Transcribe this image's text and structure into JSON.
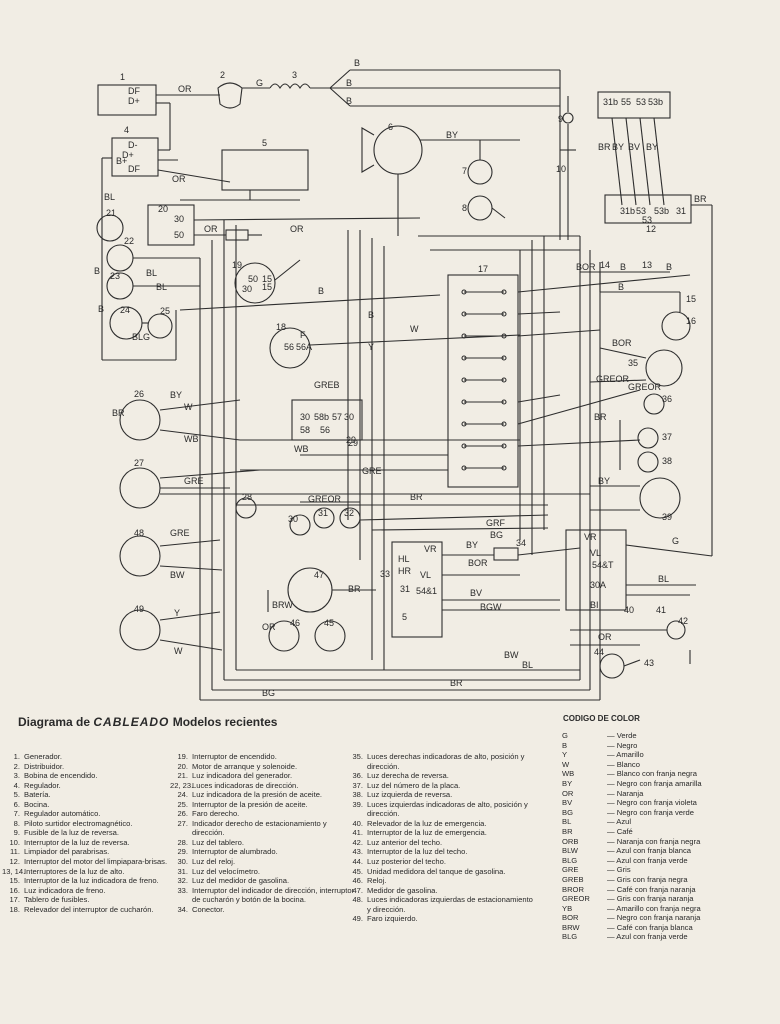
{
  "title": {
    "prefix": "Diagrama de",
    "handwritten": "CABLEADO",
    "suffix": "Modelos recientes"
  },
  "wire_labels": [
    "OR",
    "G",
    "B",
    "B",
    "B",
    "BY",
    "BL",
    "OR",
    "OR",
    "OR",
    "BL",
    "BL",
    "B",
    "B",
    "BLG",
    "B",
    "B",
    "W",
    "Y",
    "BOR",
    "B",
    "B",
    "B",
    "BOR",
    "GREOR",
    "GREOR",
    "GREB",
    "WB",
    "W",
    "BR",
    "BR",
    "BY",
    "BY",
    "WB",
    "GRE",
    "GRE",
    "GREOR",
    "GRE",
    "GRF",
    "BG",
    "BY",
    "BOR",
    "BW",
    "VR",
    "HL",
    "HR",
    "VL",
    "31",
    "5",
    "54&1",
    "BV",
    "BGW",
    "VR",
    "VL",
    "54&T",
    "30A",
    "BI",
    "BL",
    "BW",
    "BL",
    "BR",
    "BG",
    "BRW",
    "BR",
    "OR",
    "OR",
    "G",
    "Y",
    "W",
    "BR",
    "BR",
    "BY",
    "BV",
    "BY",
    "BR"
  ],
  "component_numbers": [
    "1",
    "2",
    "3",
    "4",
    "5",
    "6",
    "7",
    "8",
    "9",
    "10",
    "12",
    "13",
    "14",
    "15",
    "16",
    "17",
    "18",
    "19",
    "20",
    "21",
    "22",
    "23",
    "24",
    "25",
    "26",
    "27",
    "28",
    "29",
    "30",
    "31",
    "32",
    "33",
    "34",
    "35",
    "36",
    "37",
    "38",
    "39",
    "40",
    "41",
    "42",
    "43",
    "44",
    "45",
    "46",
    "47",
    "48",
    "49"
  ],
  "terminal_labels": [
    "DF",
    "D+",
    "D-",
    "D+",
    "B+",
    "DF",
    "30",
    "50",
    "15",
    "30",
    "50",
    "15",
    "56",
    "56A",
    "F",
    "30",
    "58b",
    "57",
    "30",
    "58",
    "56",
    "29",
    "31b",
    "55",
    "53",
    "53b",
    "31b",
    "53",
    "53b",
    "31",
    "53"
  ],
  "legend_col1": [
    {
      "n": "1.",
      "t": "Generador."
    },
    {
      "n": "2.",
      "t": "Distribuidor."
    },
    {
      "n": "3.",
      "t": "Bobina de encendido."
    },
    {
      "n": "4.",
      "t": "Regulador."
    },
    {
      "n": "5.",
      "t": "Batería."
    },
    {
      "n": "6.",
      "t": "Bocina."
    },
    {
      "n": "7.",
      "t": "Regulador automático."
    },
    {
      "n": "8.",
      "t": "Piloto surtidor electromagnético."
    },
    {
      "n": "9.",
      "t": "Fusible de la luz de reversa."
    },
    {
      "n": "10.",
      "t": "Interruptor de la luz de reversa."
    },
    {
      "n": "11.",
      "t": "Limpiador del parabrisas."
    },
    {
      "n": "12.",
      "t": "Interruptor del motor del limpiapara-brisas."
    },
    {
      "n": "13, 14.",
      "t": "Interruptores de la luz de alto."
    },
    {
      "n": "15.",
      "t": "Interruptor de la luz indicadora de freno."
    },
    {
      "n": "16.",
      "t": "Luz indicadora de freno."
    },
    {
      "n": "17.",
      "t": "Tablero de fusibles."
    },
    {
      "n": "18.",
      "t": "Relevador del interruptor de cucharón."
    }
  ],
  "legend_col2": [
    {
      "n": "19.",
      "t": "Interruptor de encendido."
    },
    {
      "n": "20.",
      "t": "Motor de arranque y solenoide."
    },
    {
      "n": "21.",
      "t": "Luz indicadora del generador."
    },
    {
      "n": "22, 23.",
      "t": "Luces indicadoras de dirección."
    },
    {
      "n": "24.",
      "t": "Luz indicadora de la presión de aceite."
    },
    {
      "n": "25.",
      "t": "Interruptor de la presión de aceite."
    },
    {
      "n": "26.",
      "t": "Faro derecho."
    },
    {
      "n": "27.",
      "t": "Indicador derecho de estacionamiento y dirección."
    },
    {
      "n": "28.",
      "t": "Luz del tablero."
    },
    {
      "n": "29.",
      "t": "Interruptor de alumbrado."
    },
    {
      "n": "30.",
      "t": "Luz del reloj."
    },
    {
      "n": "31.",
      "t": "Luz del velocímetro."
    },
    {
      "n": "32.",
      "t": "Luz del medidor de gasolina."
    },
    {
      "n": "33.",
      "t": "Interruptor del indicador de dirección, interruptor de cucharón y botón de la bocina."
    },
    {
      "n": "34.",
      "t": "Conector."
    }
  ],
  "legend_col3": [
    {
      "n": "35.",
      "t": "Luces derechas indicadoras de alto, posición y dirección."
    },
    {
      "n": "36.",
      "t": "Luz derecha de reversa."
    },
    {
      "n": "37.",
      "t": "Luz del número de la placa."
    },
    {
      "n": "38.",
      "t": "Luz izquierda de reversa."
    },
    {
      "n": "39.",
      "t": "Luces izquierdas indicadoras de alto, posición y dirección."
    },
    {
      "n": "40.",
      "t": "Relevador de la luz de emergencia."
    },
    {
      "n": "41.",
      "t": "Interruptor de la luz de emergencia."
    },
    {
      "n": "42.",
      "t": "Luz anterior del techo."
    },
    {
      "n": "43.",
      "t": "Interruptor de la luz del techo."
    },
    {
      "n": "44.",
      "t": "Luz posterior del techo."
    },
    {
      "n": "45.",
      "t": "Unidad medidora del tanque de gasolina."
    },
    {
      "n": "46.",
      "t": "Reloj."
    },
    {
      "n": "47.",
      "t": "Medidor de gasolina."
    },
    {
      "n": "48.",
      "t": "Luces indicadoras izquierdas de estacionamiento y dirección."
    },
    {
      "n": "49.",
      "t": "Faro izquierdo."
    }
  ],
  "color_code_title": "CODIGO DE COLOR",
  "color_codes": [
    {
      "c": "G",
      "d": "— Verde"
    },
    {
      "c": "B",
      "d": "— Negro"
    },
    {
      "c": "Y",
      "d": "— Amarillo"
    },
    {
      "c": "W",
      "d": "— Blanco"
    },
    {
      "c": "WB",
      "d": "— Blanco con franja negra"
    },
    {
      "c": "BY",
      "d": "— Negro con franja amarilla"
    },
    {
      "c": "OR",
      "d": "— Naranja"
    },
    {
      "c": "BV",
      "d": "— Negro con franja violeta"
    },
    {
      "c": "BG",
      "d": "— Negro con franja verde"
    },
    {
      "c": "BL",
      "d": "— Azul"
    },
    {
      "c": "BR",
      "d": "— Café"
    },
    {
      "c": "ORB",
      "d": "— Naranja con franja negra"
    },
    {
      "c": "BLW",
      "d": "— Azul con franja blanca"
    },
    {
      "c": "BLG",
      "d": "— Azul con franja verde"
    },
    {
      "c": "GRE",
      "d": "— Gris"
    },
    {
      "c": "GREB",
      "d": "— Gris con franja negra"
    },
    {
      "c": "BROR",
      "d": "— Café con franja naranja"
    },
    {
      "c": "GREOR",
      "d": "— Gris con franja naranja"
    },
    {
      "c": "YB",
      "d": "— Amarillo con franja negra"
    },
    {
      "c": "BOR",
      "d": "— Negro con franja naranja"
    },
    {
      "c": "BRW",
      "d": "— Café con franja blanca"
    },
    {
      "c": "BLG",
      "d": "— Azul con franja verde"
    }
  ]
}
